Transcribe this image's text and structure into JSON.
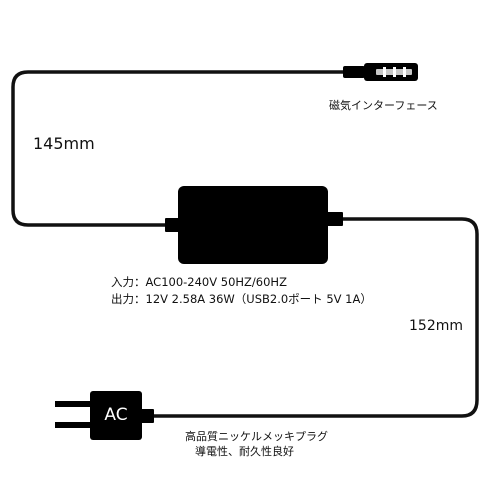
{
  "labels": {
    "magnetic_interface": "磁気インターフェース",
    "cable_length_top": "145mm",
    "input_spec": "入力：AC100-240V 50HZ/60HZ",
    "output_spec": "出力：12V 2.58A 36W（USB2.0ポート 5V 1A）",
    "cable_length_bottom": "152mm",
    "plug_feature_1": "高品質ニッケルメッキプラグ",
    "plug_feature_2": "導電性、耐久性良好",
    "plug_label": "AC"
  },
  "colors": {
    "cable": "#111111",
    "adapter_body": "#000000",
    "connector_metal": "#c8c8c8",
    "background": "#ffffff"
  },
  "icons": {
    "connector": "magnetic-connector-icon",
    "plug": "ac-plug-icon"
  }
}
